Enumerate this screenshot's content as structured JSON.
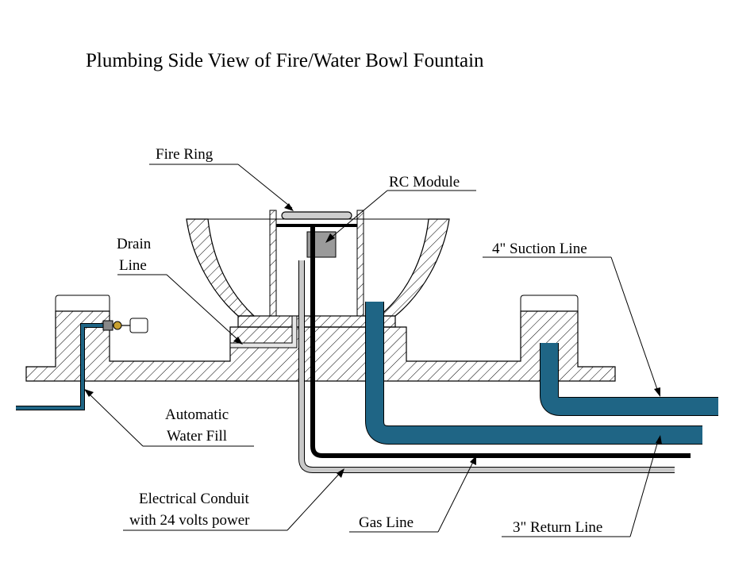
{
  "title": "Plumbing Side View of Fire/Water Bowl Fountain",
  "labels": {
    "fire_ring": "Fire Ring",
    "rc_module": "RC Module",
    "drain_line_1": "Drain",
    "drain_line_2": "Line",
    "suction_line": "4\" Suction Line",
    "auto_fill_1": "Automatic",
    "auto_fill_2": "Water Fill",
    "conduit_1": "Electrical Conduit",
    "conduit_2": "with 24 volts power",
    "gas_line": "Gas Line",
    "return_line": "3\" Return Line"
  },
  "colors": {
    "pipe_blue": "#1f6585",
    "module_gray": "#9a9a9a",
    "conduit_gray": "#c8c8c8",
    "gas_black": "#000000",
    "valve_brass": "#c8a030"
  }
}
